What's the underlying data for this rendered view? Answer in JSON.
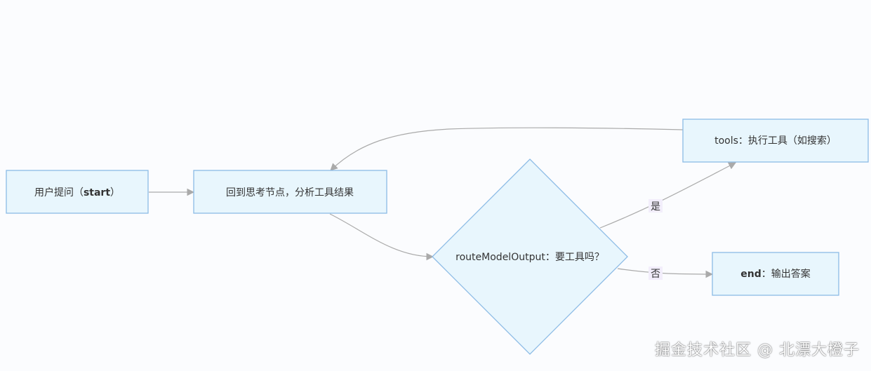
{
  "nodes": {
    "start": {
      "label": "start",
      "prefix": "用户提问（",
      "suffix": "）"
    },
    "agent": {
      "label": "回到思考节点，分析工具结果"
    },
    "route": {
      "label": "routeModelOutput：要工具吗？"
    },
    "tools": {
      "label": "tools：执行工具（如搜索）"
    },
    "end": {
      "label": "end",
      "suffix": "：输出答案"
    }
  },
  "edges": {
    "yes": "是",
    "no": "否"
  },
  "watermark": "掘金技术社区 @ 北漂大橙子",
  "colors": {
    "node_fill": "#e8f6fd",
    "node_stroke": "#8cbbe6",
    "edge": "#aaaaaa",
    "label_bg": "#f2eefb"
  }
}
